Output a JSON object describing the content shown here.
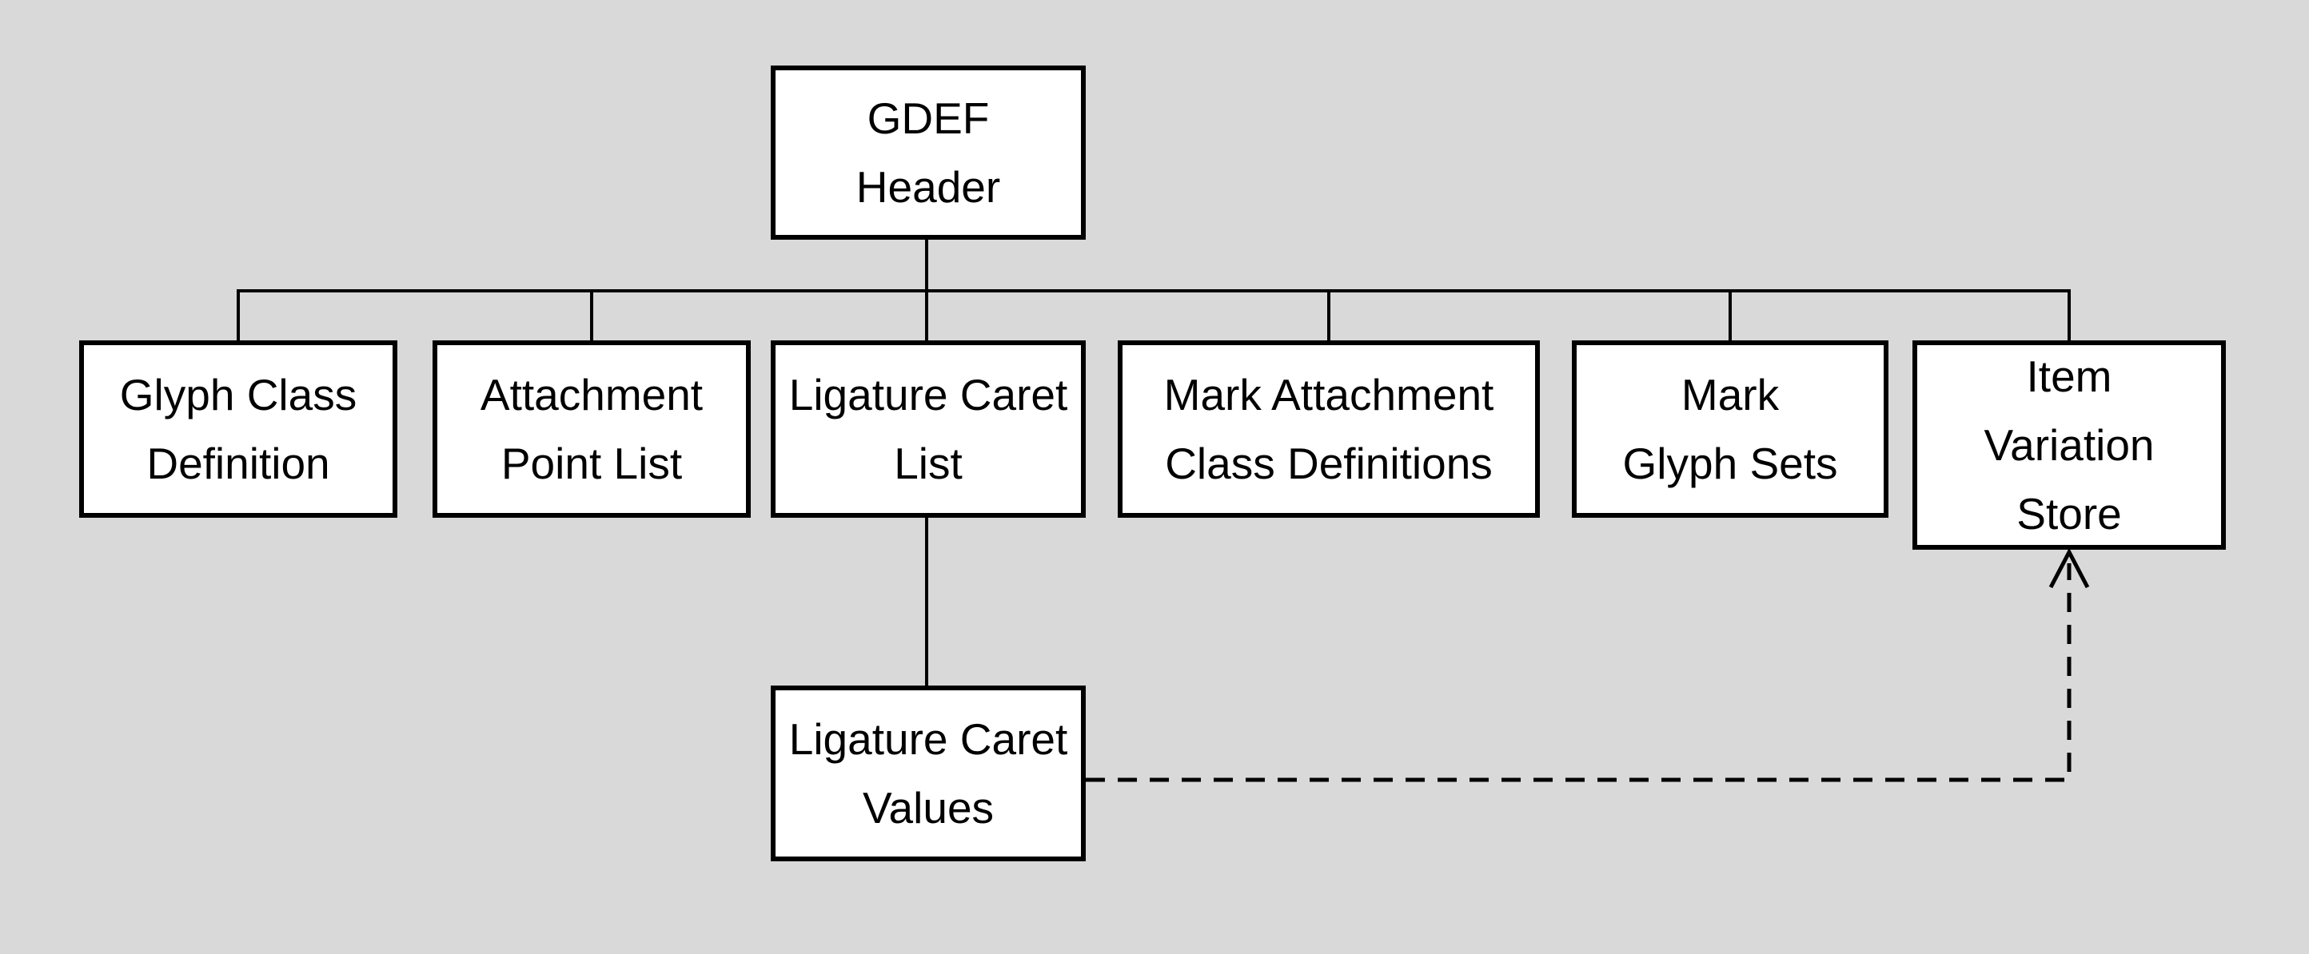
{
  "diagram": {
    "kind": "tree-flowchart",
    "colors": {
      "background": "#d9d9d9",
      "box_fill": "#ffffff",
      "box_border": "#000000",
      "line": "#000000",
      "text": "#000000"
    }
  },
  "nodes": {
    "gdef_header": {
      "line1": "GDEF",
      "line2": "Header"
    },
    "glyph_class_definition": {
      "line1": "Glyph Class",
      "line2": "Definition"
    },
    "attachment_point_list": {
      "line1": "Attachment",
      "line2": "Point List"
    },
    "ligature_caret_list": {
      "line1": "Ligature Caret",
      "line2": "List"
    },
    "mark_attachment_class_definitions": {
      "line1": "Mark Attachment",
      "line2": "Class Definitions"
    },
    "mark_glyph_sets": {
      "line1": "Mark",
      "line2": "Glyph Sets"
    },
    "item_variation_store": {
      "line1": "Item",
      "line2": "Variation",
      "line3": "Store"
    },
    "ligature_caret_values": {
      "line1": "Ligature Caret",
      "line2": "Values"
    }
  },
  "edges": [
    {
      "from": "gdef_header",
      "to": "glyph_class_definition",
      "style": "solid"
    },
    {
      "from": "gdef_header",
      "to": "attachment_point_list",
      "style": "solid"
    },
    {
      "from": "gdef_header",
      "to": "ligature_caret_list",
      "style": "solid"
    },
    {
      "from": "gdef_header",
      "to": "mark_attachment_class_definitions",
      "style": "solid"
    },
    {
      "from": "gdef_header",
      "to": "mark_glyph_sets",
      "style": "solid"
    },
    {
      "from": "gdef_header",
      "to": "item_variation_store",
      "style": "solid"
    },
    {
      "from": "ligature_caret_list",
      "to": "ligature_caret_values",
      "style": "solid"
    },
    {
      "from": "ligature_caret_values",
      "to": "item_variation_store",
      "style": "dashed-arrow"
    }
  ]
}
